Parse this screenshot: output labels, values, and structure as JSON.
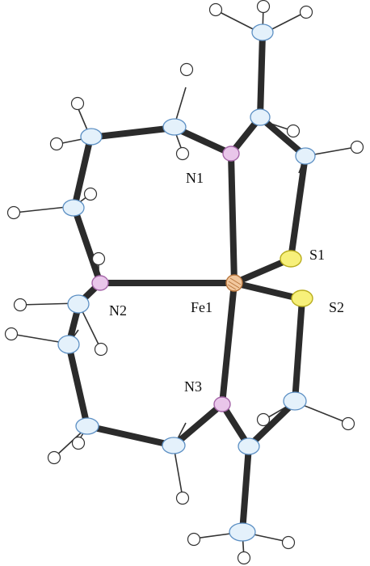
{
  "atoms": {
    "fe1": {
      "label": "Fe1",
      "element": "Fe"
    },
    "n1": {
      "label": "N1",
      "element": "N"
    },
    "n2": {
      "label": "N2",
      "element": "N"
    },
    "n3": {
      "label": "N3",
      "element": "N"
    },
    "s1": {
      "label": "S1",
      "element": "S"
    },
    "s2": {
      "label": "S2",
      "element": "S"
    }
  },
  "colors": {
    "bond": "#2b2b2b",
    "fe_fill": "#f2c89e",
    "fe_stroke": "#b9773e",
    "n_fill": "#e9c6ea",
    "n_stroke": "#a565a8",
    "s_fill": "#f7f07a",
    "s_stroke": "#b9ad1e",
    "c_fill": "#e4f1fb",
    "c_stroke": "#5d90c4",
    "h_fill": "#ffffff",
    "h_stroke": "#333333"
  }
}
